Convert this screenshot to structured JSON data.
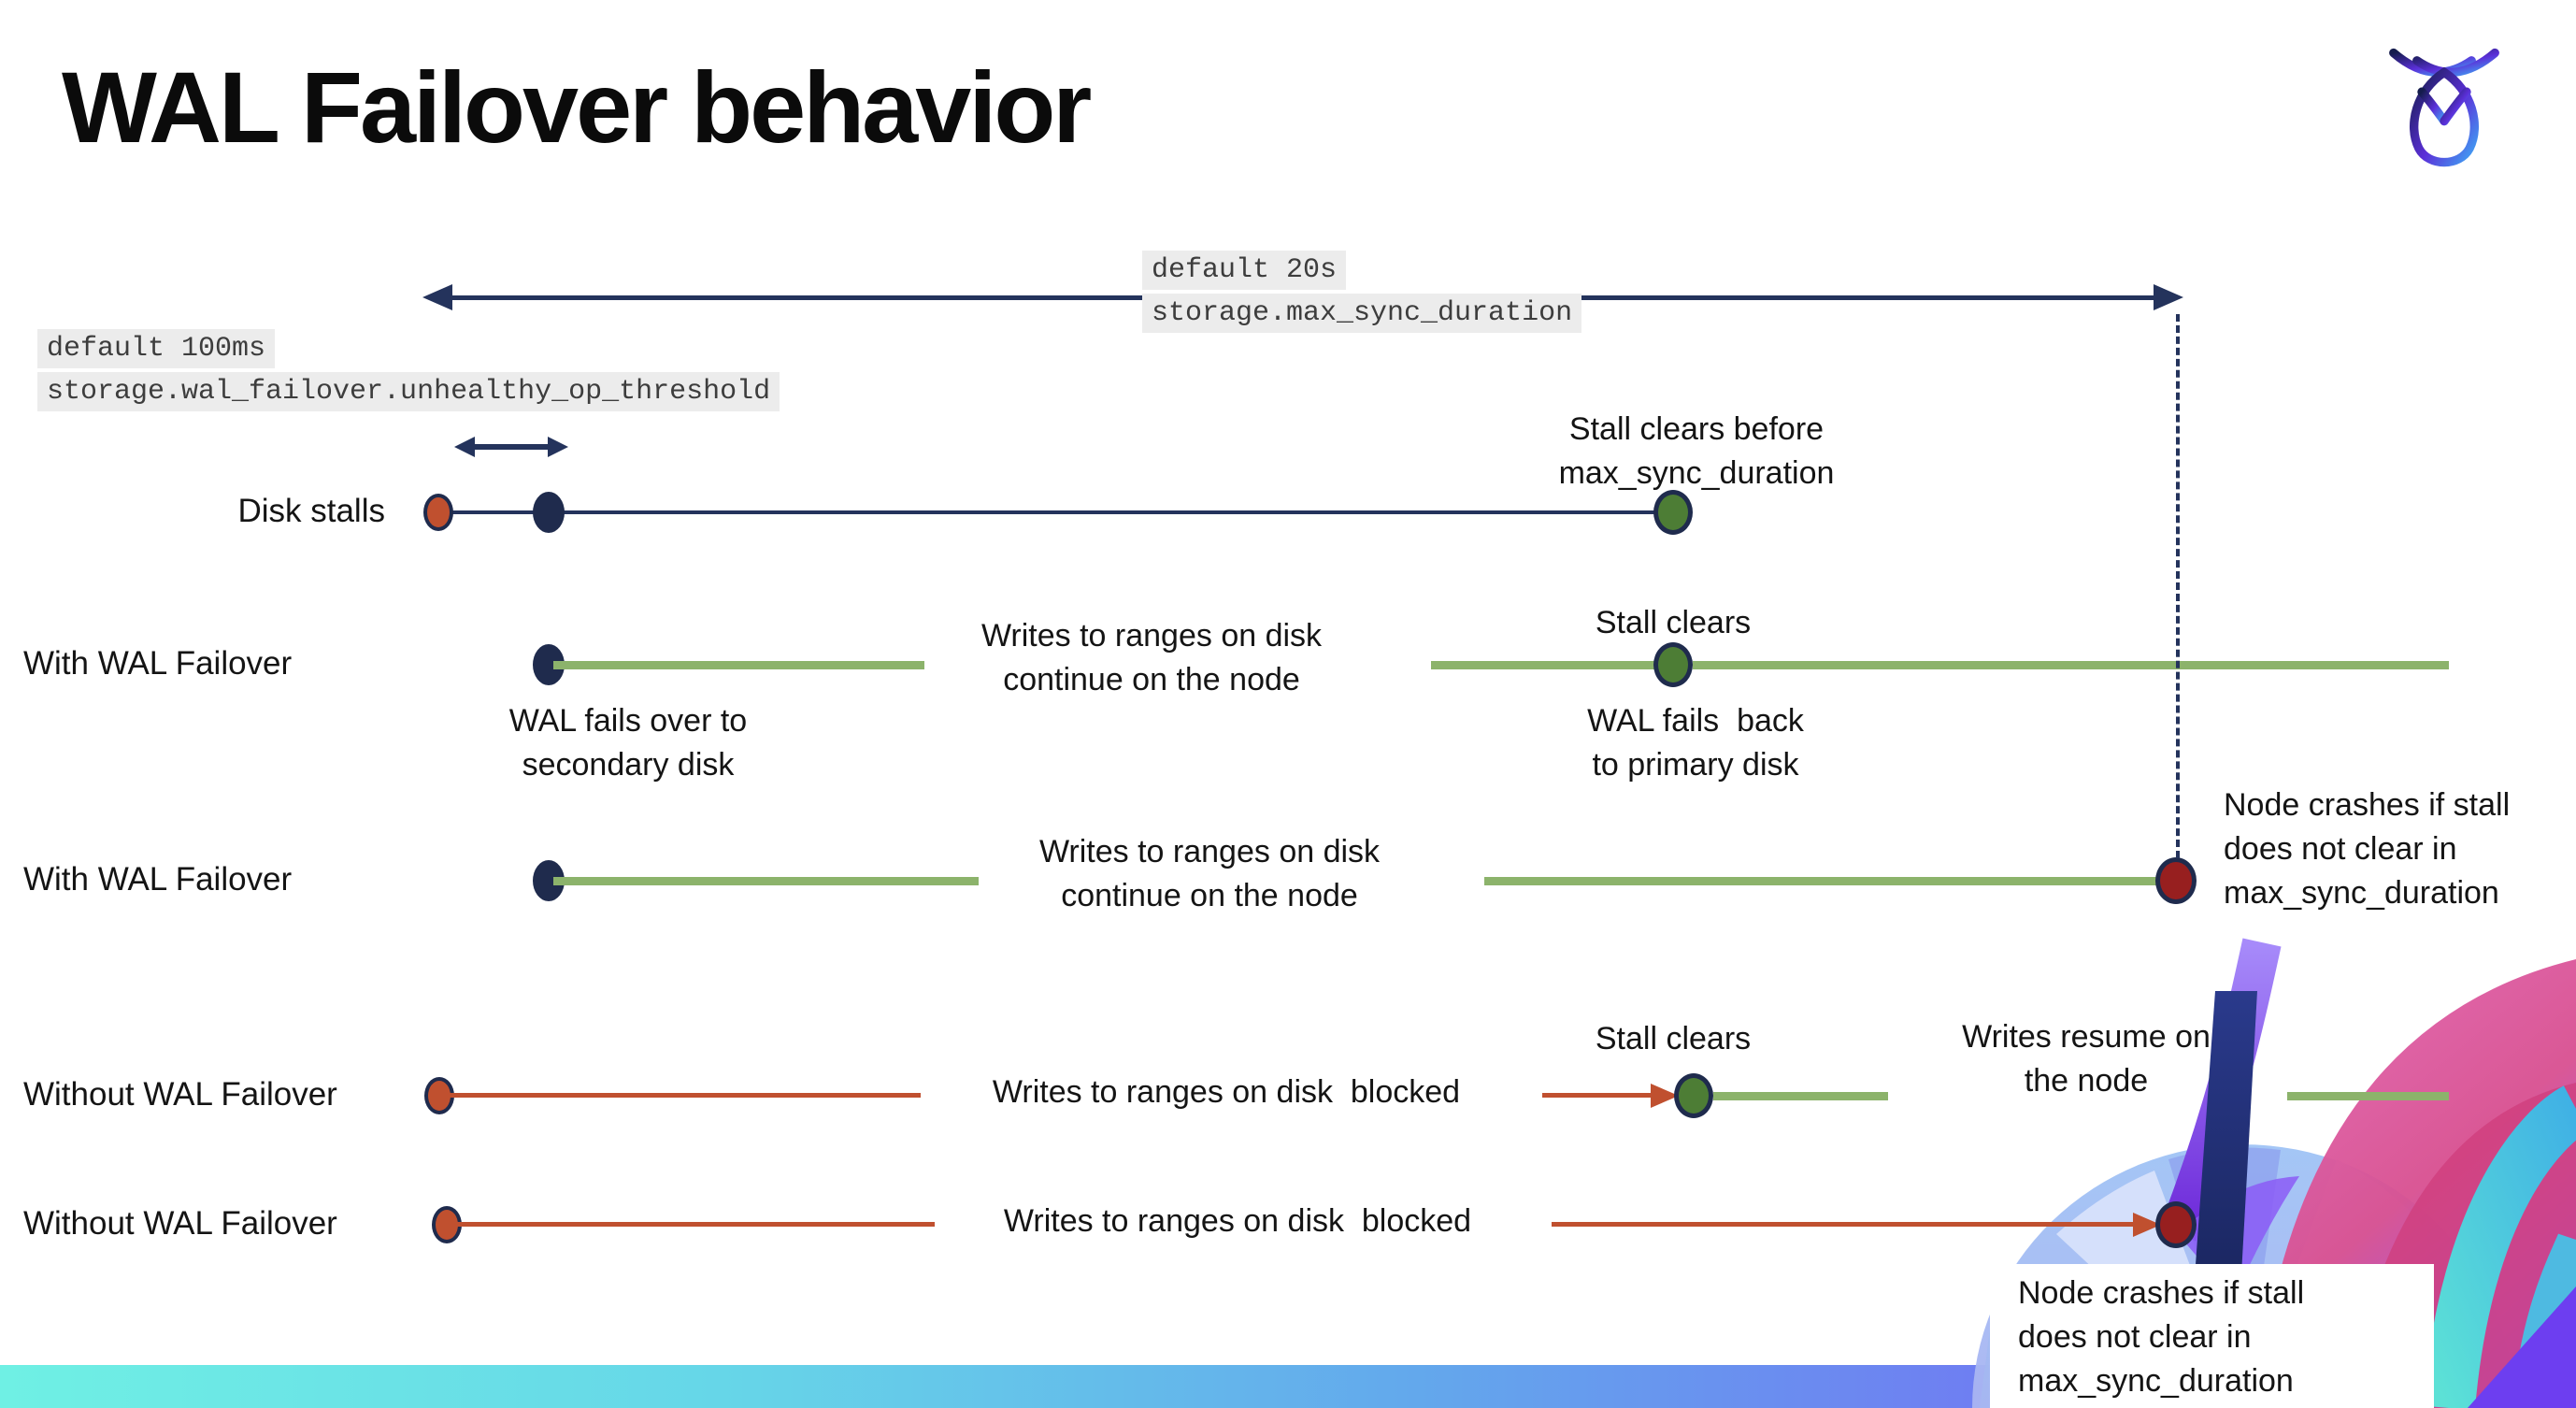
{
  "texts": {
    "title": "WAL Failover behavior",
    "default_20s": "default 20s",
    "max_sync_duration_setting": "storage.max_sync_duration",
    "default_100ms": "default 100ms",
    "unhealthy_op_threshold_setting": "storage.wal_failover.unhealthy_op_threshold",
    "disk_stalls": "Disk stalls",
    "with_wal_failover": "With WAL Failover",
    "without_wal_failover": "Without WAL Failover",
    "stall_clears_before_max_sync": "Stall clears before\nmax_sync_duration",
    "stall_clears": "Stall clears",
    "writes_continue": "Writes to ranges on disk\ncontinue on the node",
    "wal_fails_over": "WAL fails over to\nsecondary disk",
    "wal_fails_back": "WAL fails  back\nto primary disk",
    "node_crashes": "Node crashes if stall\ndoes not clear in\nmax_sync_duration",
    "writes_blocked": "Writes to ranges on disk  blocked",
    "writes_resume": "Writes resume on\nthe node"
  },
  "icons": {
    "brand_logo": "cockroach-labs-insect-logo"
  },
  "colors": {
    "navy": "#24335c",
    "navy_dot": "#1f2b4d",
    "green_line": "#8cb36b",
    "green_dot": "#4d7d35",
    "red": "#c0502f",
    "dark_red": "#971f1f",
    "label_bg": "#ececec",
    "footer_gradient": [
      "#6ff0e4",
      "#66d6e8",
      "#63a8ec",
      "#6f7cf2",
      "#7e4af0"
    ]
  }
}
